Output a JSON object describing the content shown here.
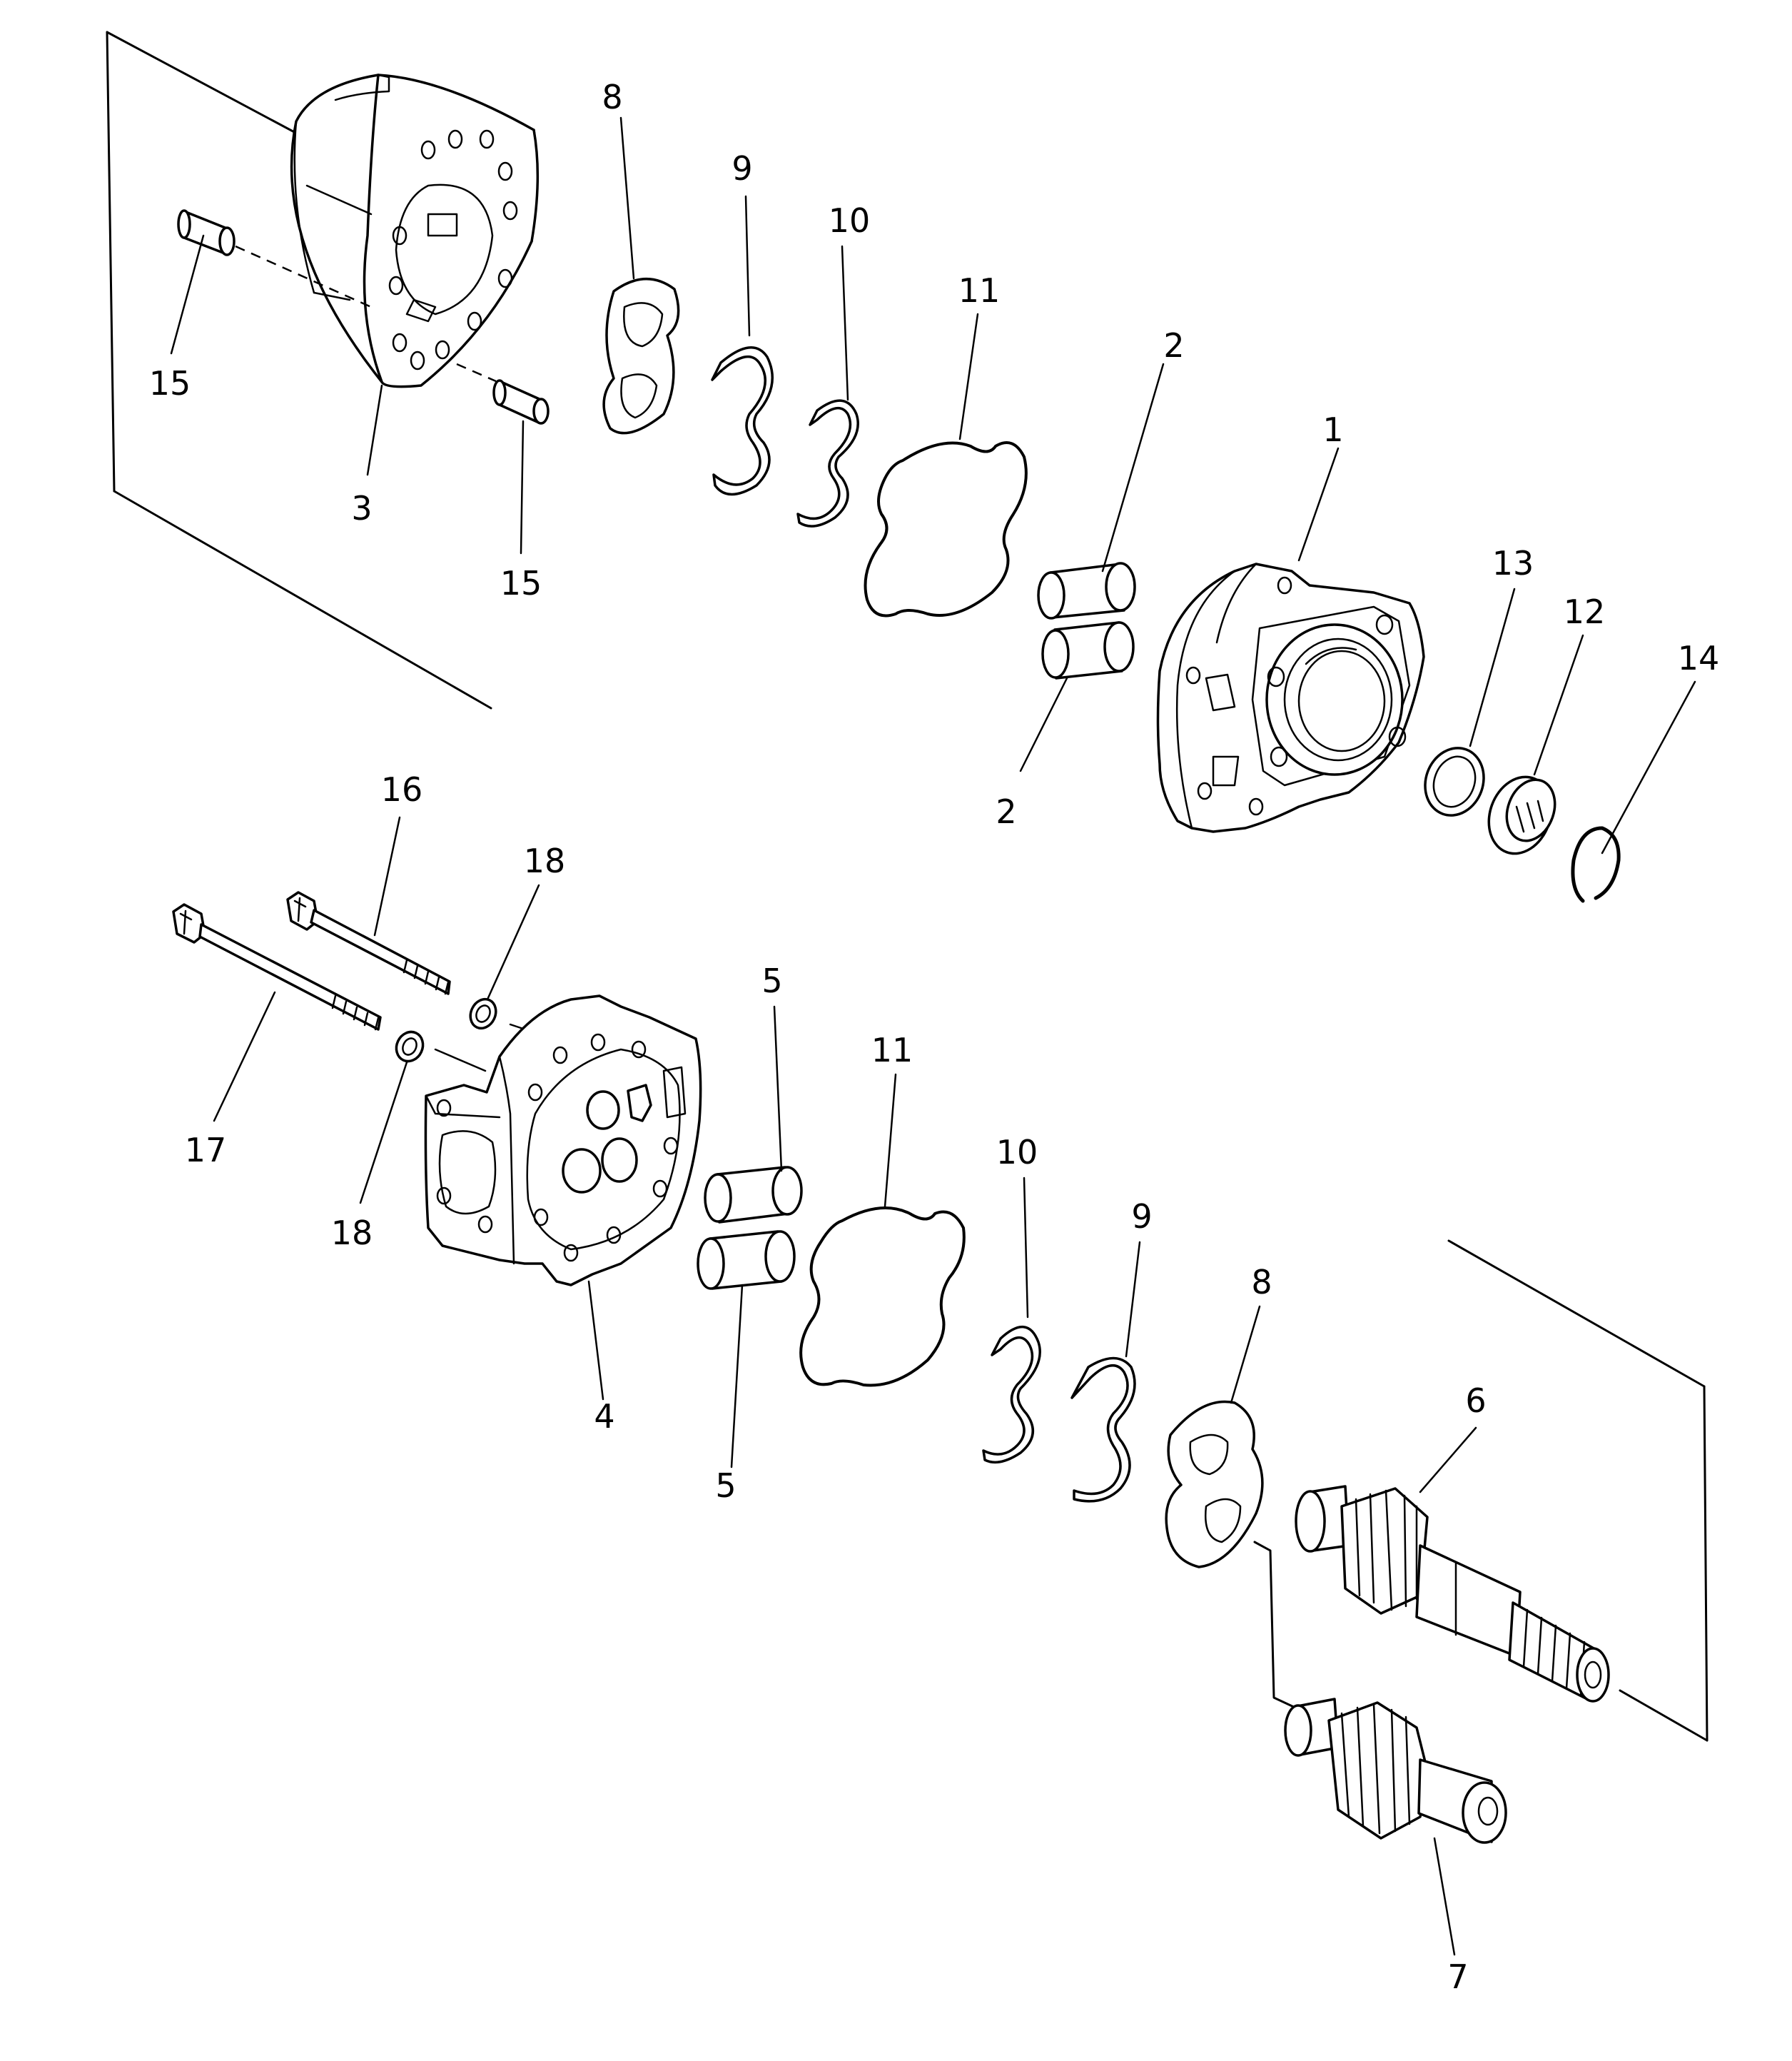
{
  "callouts": [
    {
      "id": "c8a",
      "text": "8"
    },
    {
      "id": "c9a",
      "text": "9"
    },
    {
      "id": "c10a",
      "text": "10"
    },
    {
      "id": "c11a",
      "text": "11"
    },
    {
      "id": "c15a",
      "text": "15"
    },
    {
      "id": "c3",
      "text": "3"
    },
    {
      "id": "c15b",
      "text": "15"
    },
    {
      "id": "c2a",
      "text": "2"
    },
    {
      "id": "c1",
      "text": "1"
    },
    {
      "id": "c2b",
      "text": "2"
    },
    {
      "id": "c13",
      "text": "13"
    },
    {
      "id": "c12",
      "text": "12"
    },
    {
      "id": "c14",
      "text": "14"
    },
    {
      "id": "c16",
      "text": "16"
    },
    {
      "id": "c18a",
      "text": "18"
    },
    {
      "id": "c17",
      "text": "17"
    },
    {
      "id": "c18b",
      "text": "18"
    },
    {
      "id": "c5a",
      "text": "5"
    },
    {
      "id": "c11b",
      "text": "11"
    },
    {
      "id": "c10b",
      "text": "10"
    },
    {
      "id": "c9b",
      "text": "9"
    },
    {
      "id": "c8b",
      "text": "8"
    },
    {
      "id": "c4",
      "text": "4"
    },
    {
      "id": "c5b",
      "text": "5"
    },
    {
      "id": "c6",
      "text": "6"
    },
    {
      "id": "c7",
      "text": "7"
    }
  ]
}
